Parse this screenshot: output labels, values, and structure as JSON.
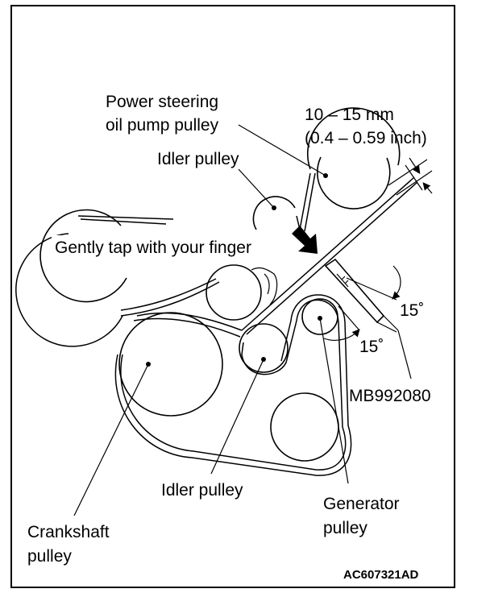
{
  "labels": {
    "ps_line1": "Power steering",
    "ps_line2": "oil pump pulley",
    "measure_line1": "10 – 15 mm",
    "measure_line2": "(0.4 – 0.59 inch)",
    "idler_top": "Idler pulley",
    "tap": "Gently tap with your finger",
    "angle_right": "15˚",
    "angle_bottom": "15˚",
    "tool": "MB992080",
    "idler_bottom": "Idler pulley",
    "generator_line1": "Generator",
    "generator_line2": "pulley",
    "crank_line1": "Crankshaft",
    "crank_line2": "pulley",
    "figure_code": "AC607321AD"
  },
  "colors": {
    "stroke": "#000000",
    "background": "#ffffff"
  }
}
